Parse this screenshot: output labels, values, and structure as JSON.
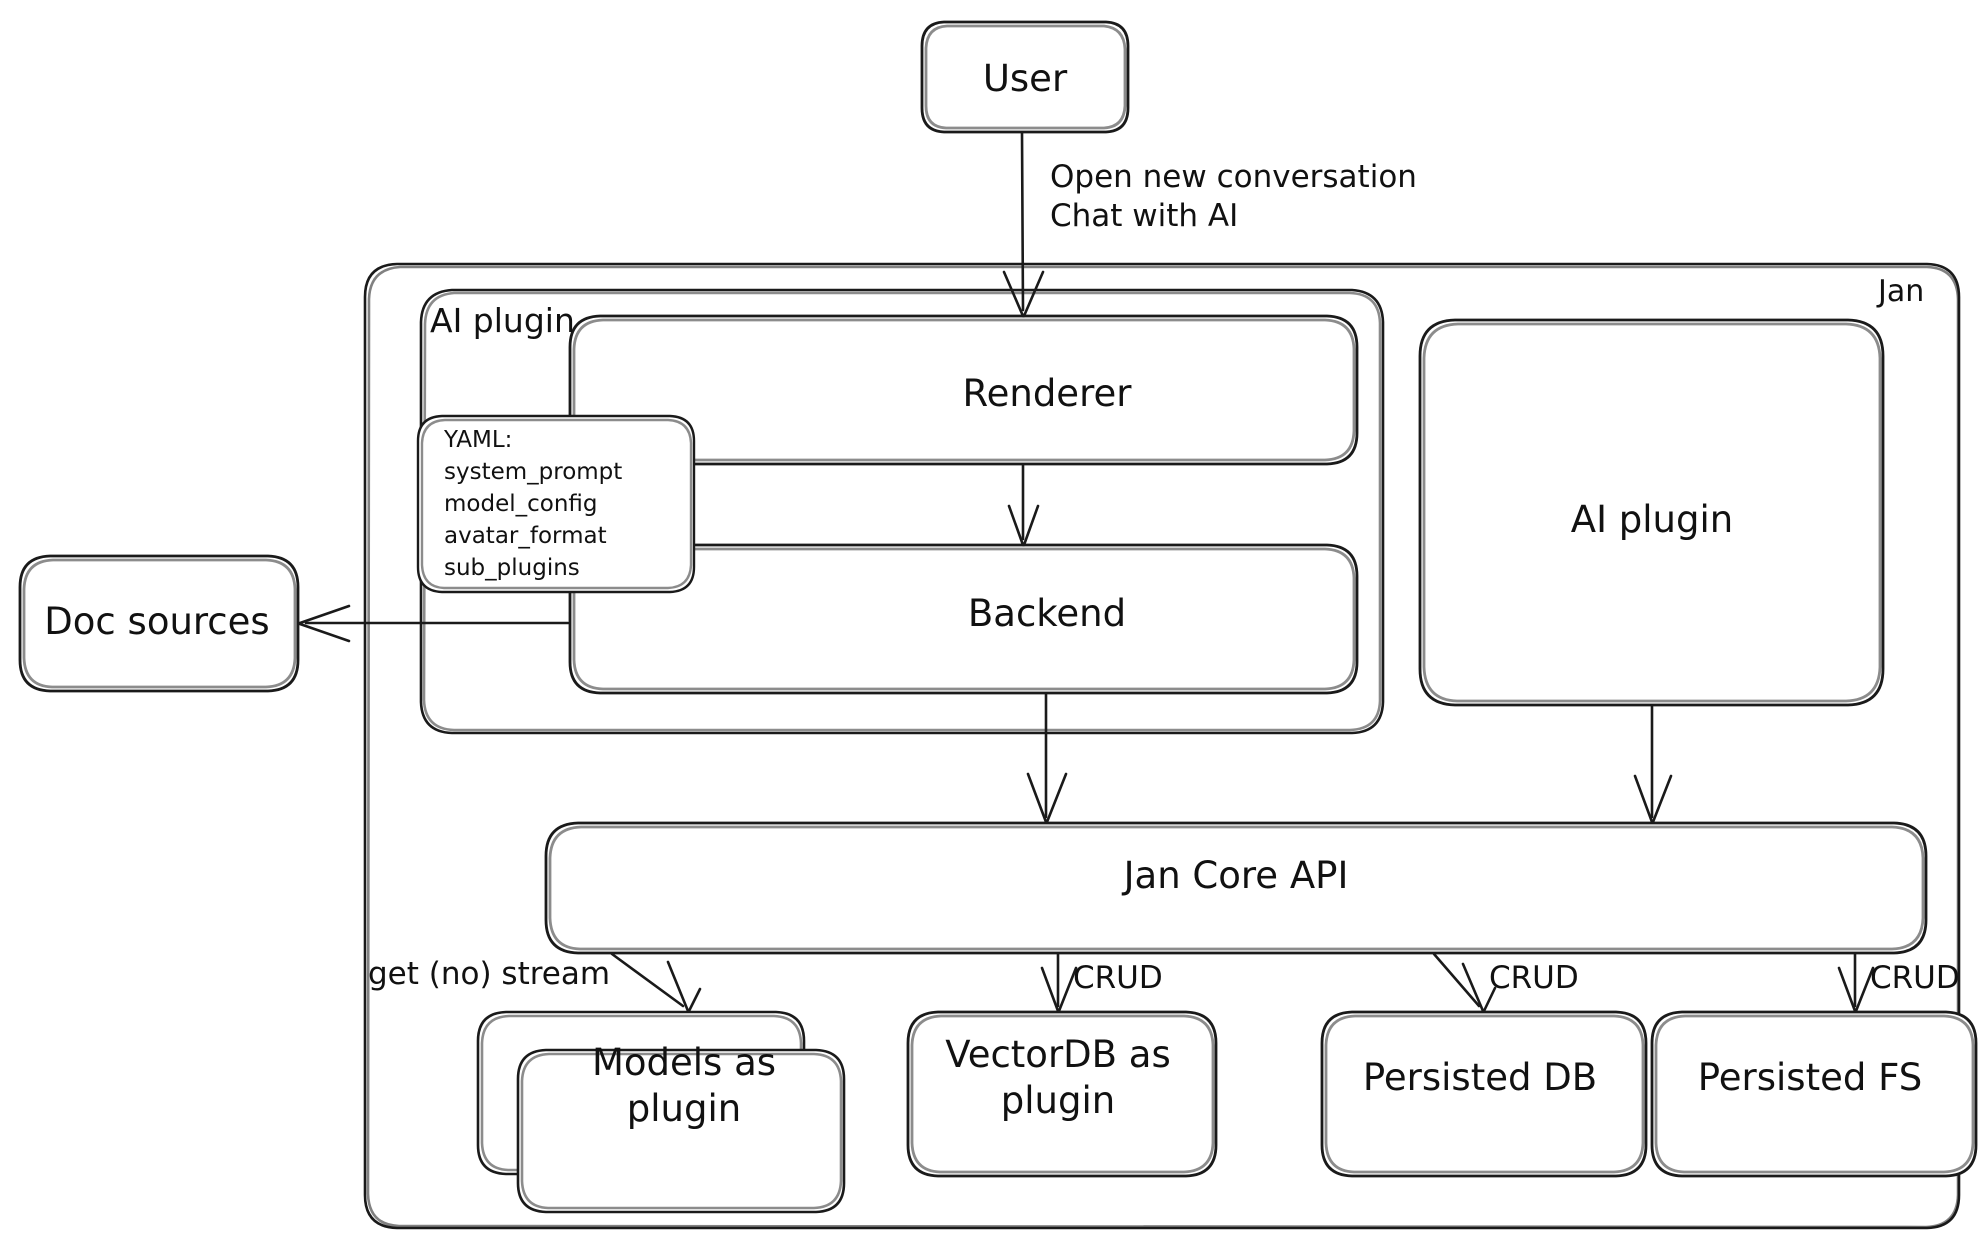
{
  "diagram": {
    "type": "architecture-flowchart",
    "style": "hand-drawn-sketch",
    "stroke_color": "#1a1a1a",
    "fill_color": "#ffffff",
    "background": "#ffffff",
    "title_visible": false
  },
  "containers": {
    "outer": {
      "label": "Jan",
      "label_position": "top-right"
    },
    "ai_plugin_group": {
      "label": "AI plugin",
      "label_position": "top-left"
    }
  },
  "nodes": {
    "user": {
      "label": "User"
    },
    "renderer": {
      "label": "Renderer"
    },
    "backend": {
      "label": "Backend"
    },
    "ai_plugin_box": {
      "label": "AI plugin"
    },
    "doc_sources": {
      "label": "Doc sources"
    },
    "jan_core_api": {
      "label": "Jan Core API"
    },
    "models": {
      "label": "Models as\nplugin",
      "stacked": true
    },
    "vectordb": {
      "label": "VectorDB as\nplugin"
    },
    "persisted_db": {
      "label": "Persisted DB"
    },
    "persisted_fs": {
      "label": "Persisted FS"
    }
  },
  "yaml_card": {
    "title": "YAML:",
    "keys": [
      "system_prompt",
      "model_config",
      "avatar_format",
      "sub_plugins"
    ]
  },
  "edges": [
    {
      "from": "user",
      "to": "renderer",
      "label": "Open new conversation\nChat with AI"
    },
    {
      "from": "renderer",
      "to": "backend",
      "label": ""
    },
    {
      "from": "backend",
      "to": "doc_sources",
      "label": ""
    },
    {
      "from": "backend",
      "to": "jan_core_api",
      "label": ""
    },
    {
      "from": "ai_plugin_box",
      "to": "jan_core_api",
      "label": ""
    },
    {
      "from": "jan_core_api",
      "to": "models",
      "label": "get (no) stream"
    },
    {
      "from": "jan_core_api",
      "to": "vectordb",
      "label": "CRUD"
    },
    {
      "from": "jan_core_api",
      "to": "persisted_db",
      "label": "CRUD"
    },
    {
      "from": "jan_core_api",
      "to": "persisted_fs",
      "label": "CRUD"
    }
  ]
}
